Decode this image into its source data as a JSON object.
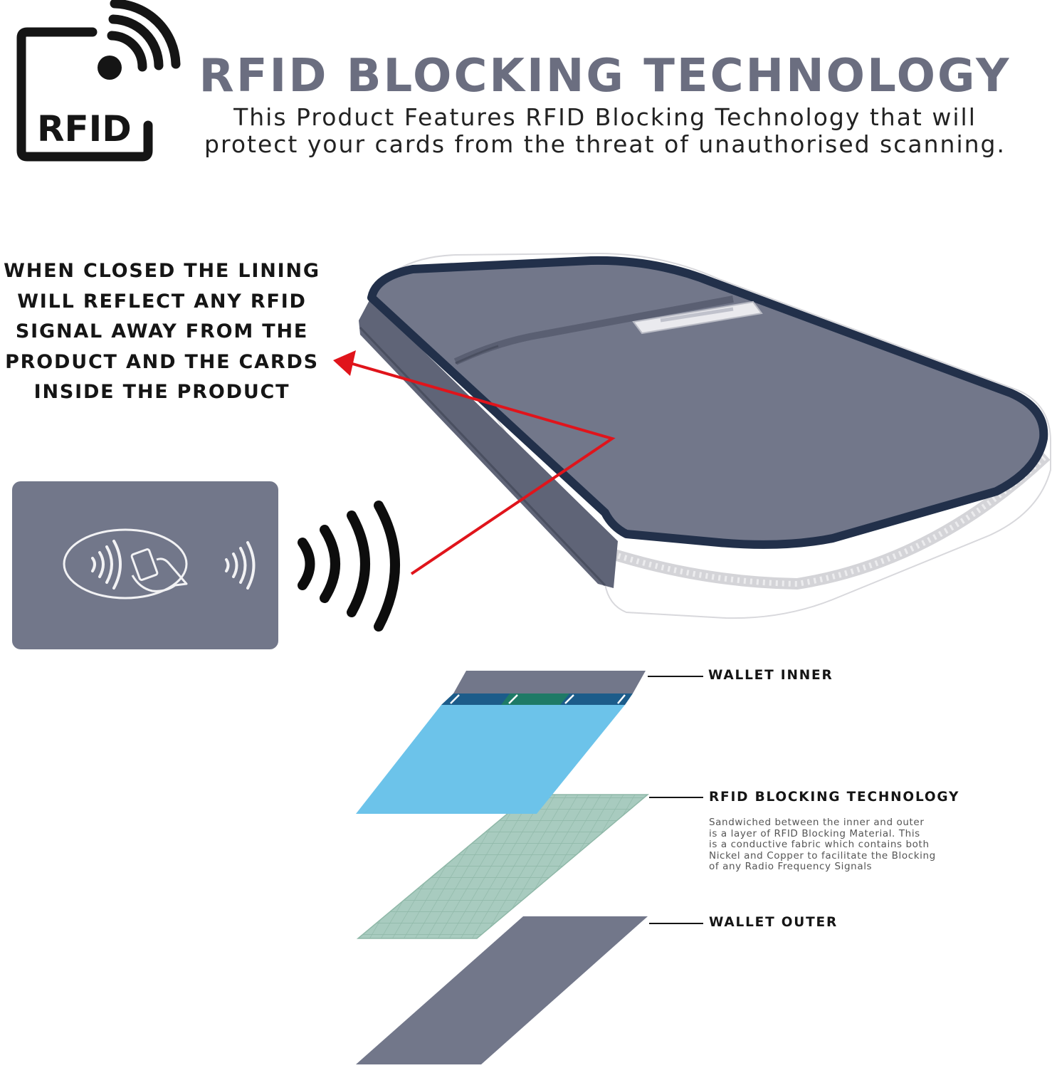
{
  "logo": {
    "text": "RFID",
    "icon": "rfid-signal-icon"
  },
  "header": {
    "title": "RFID BLOCKING TECHNOLOGY",
    "subtitle_line1": "This Product Features RFID Blocking Technology that will",
    "subtitle_line2": "protect your cards from the threat of unauthorised scanning."
  },
  "callout": {
    "lines": [
      "WHEN CLOSED THE LINING",
      "WILL REFLECT ANY RFID",
      "SIGNAL AWAY FROM THE",
      "PRODUCT AND THE CARDS",
      "INSIDE THE PRODUCT"
    ]
  },
  "layers": {
    "inner": {
      "label": "WALLET INNER"
    },
    "blocking": {
      "label": "RFID BLOCKING TECHNOLOGY",
      "desc_lines": [
        "Sandwiched between the inner and outer",
        "is a layer of RFID Blocking Material. This",
        "is a conductive fabric which contains both",
        "Nickel and Copper to facilitate the Blocking",
        "of any Radio Frequency Signals"
      ]
    },
    "outer": {
      "label": "WALLET OUTER"
    }
  },
  "colors": {
    "slate": "#72778a",
    "navy": "#22304a",
    "title_gray": "#6b6e80",
    "arrow_red": "#e0141b",
    "inner_blue": "#6cc3ea",
    "stripe_blue": "#1c5c8a",
    "stripe_teal": "#1e7a66",
    "mesh_green": "#a8cbbf",
    "mesh_line": "#8fb8a8"
  }
}
